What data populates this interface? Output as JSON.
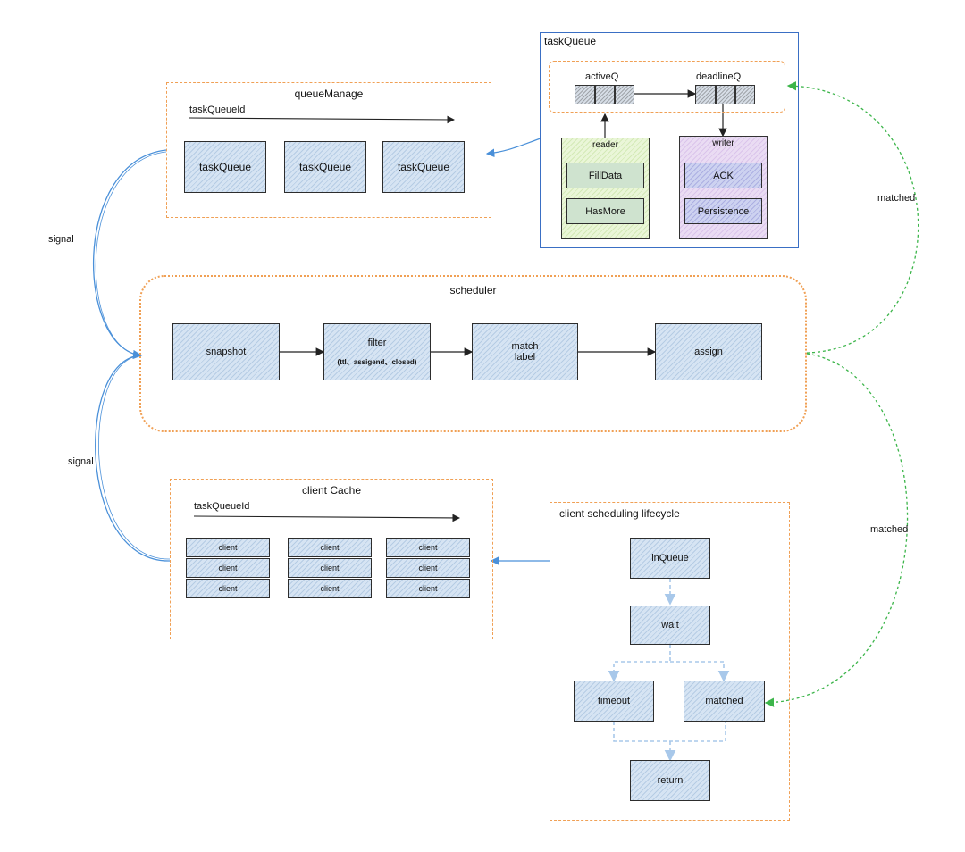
{
  "groups": {
    "task_queue": "taskQueue",
    "queue_manage": "queueManage",
    "scheduler": "scheduler",
    "client_cache": "client Cache",
    "lifecycle": "client scheduling lifecycle"
  },
  "task_queue": {
    "active_q": "activeQ",
    "deadline_q": "deadlineQ",
    "reader": {
      "title": "reader",
      "items": [
        "FillData",
        "HasMore"
      ]
    },
    "writer": {
      "title": "writer",
      "items": [
        "ACK",
        "Persistence"
      ]
    }
  },
  "queue_manage": {
    "axis_label": "taskQueueId",
    "items": [
      "taskQueue",
      "taskQueue",
      "taskQueue"
    ]
  },
  "scheduler": {
    "snapshot": "snapshot",
    "filter": "filter",
    "filter_detail": "(ttl、assigend、closed)",
    "match_line1": "match",
    "match_line2": "label",
    "assign": "assign"
  },
  "client_cache": {
    "axis_label": "taskQueueId",
    "cell": "client"
  },
  "lifecycle": {
    "in_queue": "inQueue",
    "wait": "wait",
    "timeout": "timeout",
    "matched": "matched",
    "return": "return"
  },
  "edges": {
    "signal_top": "signal",
    "signal_bottom": "signal",
    "matched_top": "matched",
    "matched_bottom": "matched"
  },
  "colors": {
    "signal_edge": "#4a90d9",
    "matched_edge": "#3cb54a",
    "group_border": "#f0a055",
    "task_queue_border": "#3a6fc4"
  }
}
